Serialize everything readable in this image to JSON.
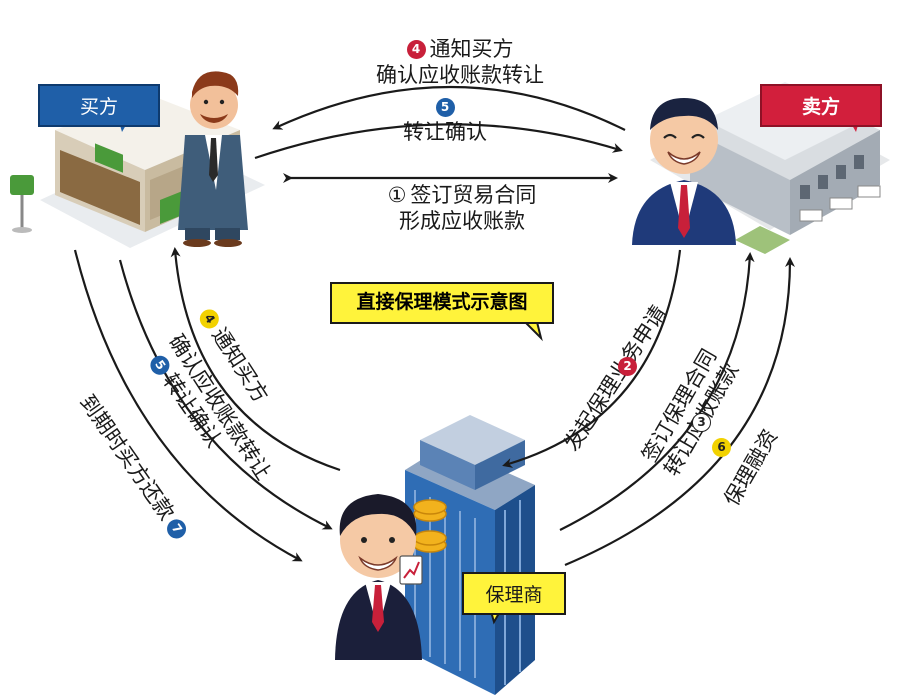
{
  "diagram": {
    "title": "直接保理模式示意图",
    "parties": {
      "buyer": "买方",
      "seller": "卖方",
      "factor": "保理商"
    },
    "top_edges": {
      "notify_buyer": {
        "num": "4",
        "line1": "通知买方",
        "line2": "确认应收账款转让"
      },
      "transfer_confirm": {
        "num": "5",
        "line1": "转让确认"
      },
      "sign_contract": {
        "num": "①",
        "line1": "签订贸易合同",
        "line2": "形成应收账款"
      }
    },
    "left_edges": {
      "notify_buyer": {
        "num": "4",
        "text": "通知买方",
        "text2": "确认应收账款转让"
      },
      "transfer_confirm": {
        "num": "5",
        "text": "转让确认"
      },
      "repay": {
        "num": "7",
        "text": "到期时买方还款"
      }
    },
    "right_edges": {
      "apply": {
        "num": "2",
        "text": "发起保理业务申请"
      },
      "sign_factoring": {
        "num": "3",
        "text": "签订保理合同",
        "text2": "转让应收账款"
      },
      "financing": {
        "num": "6",
        "text": "保理融资"
      }
    },
    "colors": {
      "buyer_badge": "#1f5fa8",
      "seller_badge": "#d21f3c",
      "factor_badge": "#fff33b",
      "title_badge": "#fff33b",
      "arrow": "#1a1a1a"
    }
  }
}
